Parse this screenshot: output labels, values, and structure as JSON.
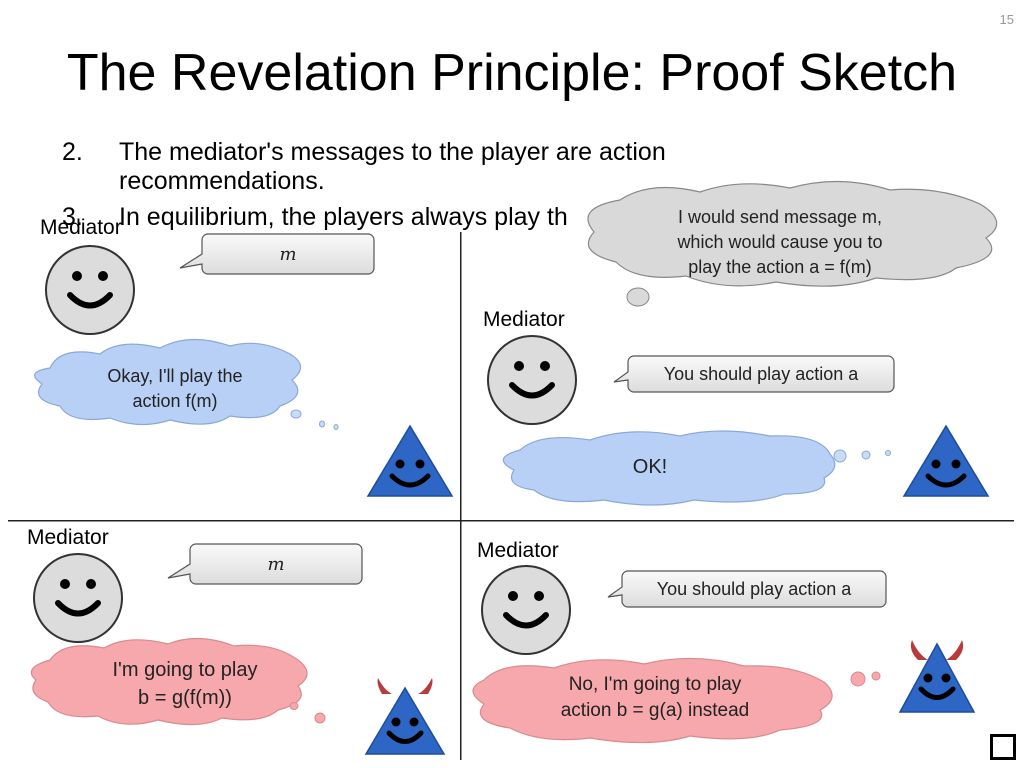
{
  "slide": {
    "page_number": "15",
    "title": "The Revelation Principle: Proof Sketch",
    "items": [
      {
        "num": "2.",
        "text": "The mediator's messages to the player are action recommendations."
      },
      {
        "num": "3.",
        "text": "In equilibrium, the players always play th"
      }
    ]
  },
  "labels": {
    "mediator": "Mediator"
  },
  "panels": {
    "top_left": {
      "message": "m",
      "thought": [
        "Okay, I'll play the",
        "action f(m)"
      ]
    },
    "top_right": {
      "thought": [
        "I would send message m,",
        "which would cause you to",
        "play the action a = f(m)"
      ],
      "message": "You should play action a",
      "reply": "OK!"
    },
    "bottom_left": {
      "message": "m",
      "thought": [
        "I'm going to play",
        "b = g(f(m))"
      ]
    },
    "bottom_right": {
      "message": "You should play action a",
      "reply": [
        "No, I'm going to play",
        "action b = g(a) instead"
      ]
    }
  },
  "colors": {
    "blue_cloud": "#b8d0f5",
    "pink_cloud": "#f6a8ac",
    "grey_cloud": "#d9d9d9",
    "triangle": "#2d66c4",
    "horns": "#b83a3a",
    "face": "#dcdcdc"
  },
  "icons": [
    "smiley-face-icon",
    "blue-triangle-player-icon",
    "devil-triangle-player-icon"
  ]
}
